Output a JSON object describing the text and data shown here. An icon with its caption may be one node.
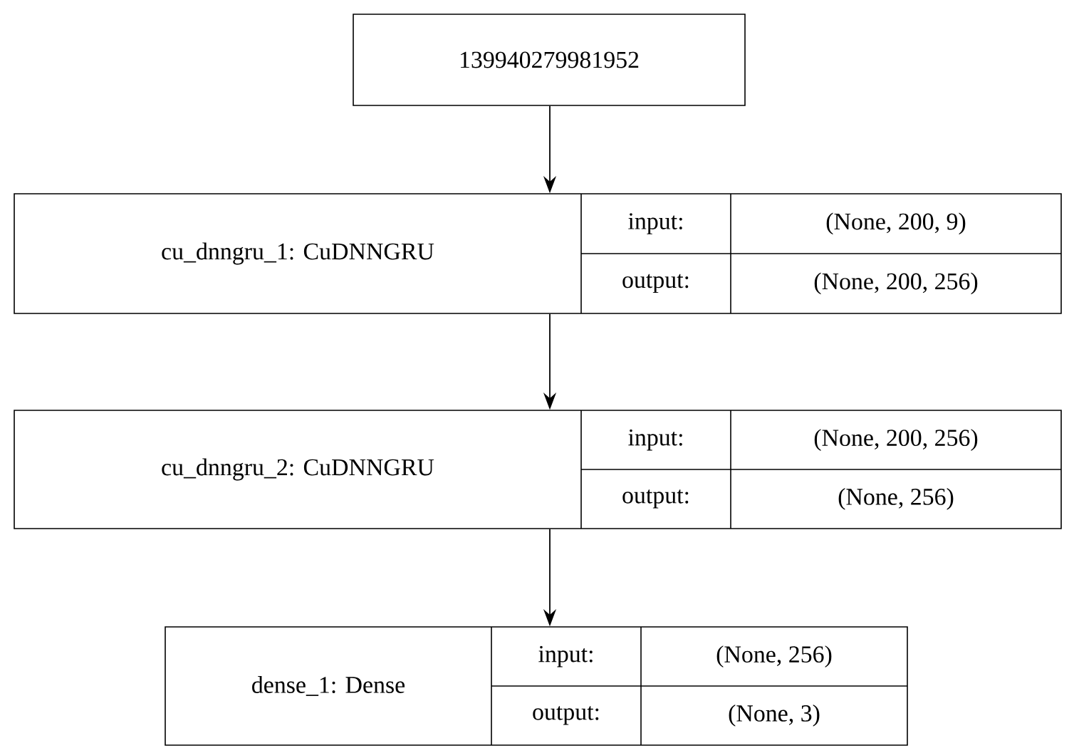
{
  "diagram": {
    "nodes": [
      {
        "text": [
          "139940279981952"
        ]
      },
      {
        "text": [
          "cu_dnngru_1: CuDNNGRU",
          "input:",
          "(None, 200, 9)",
          "output:",
          "(None, 200, 256)"
        ]
      },
      {
        "text": [
          "cu_dnngru_2: CuDNNGRU",
          "input:",
          "(None, 200, 256)",
          "output:",
          "(None, 256)"
        ]
      },
      {
        "text": [
          "dense_1: Dense",
          "input:",
          "(None, 256)",
          "output:",
          "(None, 3)"
        ]
      }
    ],
    "edges": [
      {
        "from": 0,
        "to": 1,
        "arrow": "to"
      },
      {
        "from": 1,
        "to": 2,
        "arrow": "to"
      },
      {
        "from": 2,
        "to": 3,
        "arrow": "to"
      }
    ]
  }
}
